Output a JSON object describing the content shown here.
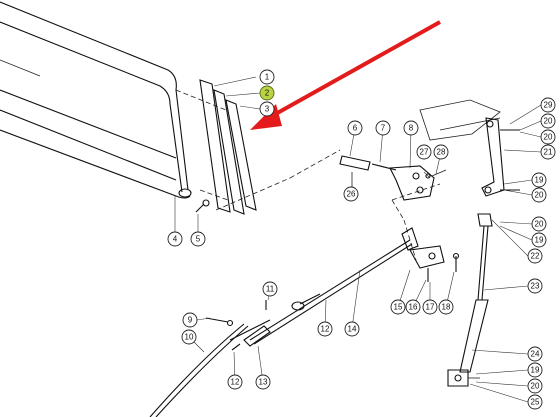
{
  "diagram": {
    "highlight_color": "#b9d443",
    "arrow_color": "#e31b1b",
    "highlighted_part": "2",
    "callouts": [
      "1",
      "2",
      "3",
      "4",
      "5",
      "6",
      "7",
      "8",
      "26",
      "27",
      "28",
      "29",
      "20",
      "21",
      "19",
      "22",
      "23",
      "9",
      "10",
      "11",
      "12",
      "13",
      "14",
      "15",
      "16",
      "17",
      "18",
      "24",
      "25"
    ]
  }
}
